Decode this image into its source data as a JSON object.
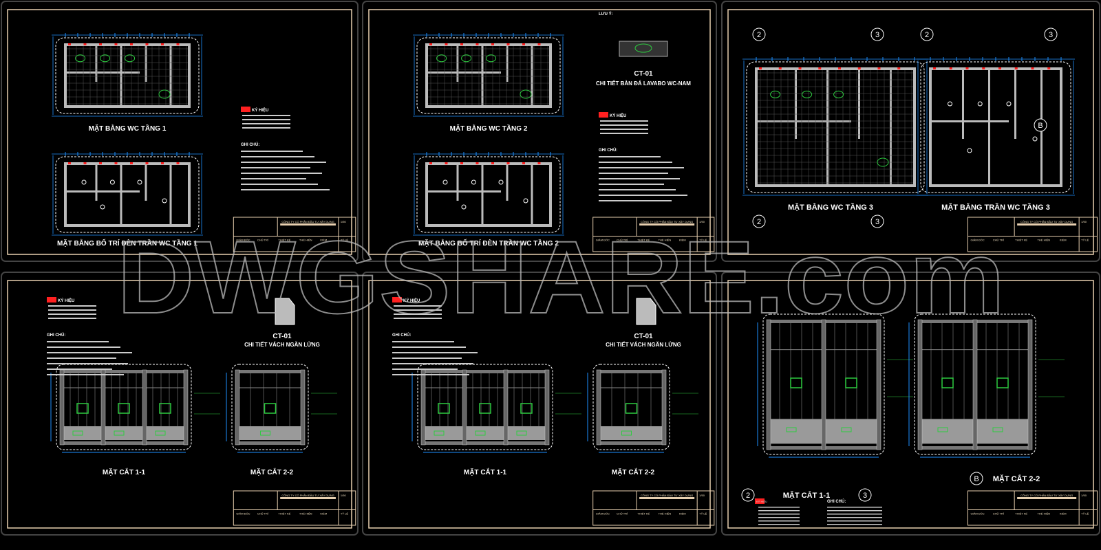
{
  "sheets": [
    {
      "id": "sheet-1",
      "titles": [
        "MẶT BẰNG WC TẦNG 1",
        "MẶT BẰNG BỐ TRÍ ĐÈN TRẦN WC TẦNG 1"
      ],
      "notes_header": "GHI CHÚ:",
      "legend_header": "KÝ HIỆU",
      "company": "CÔNG TY CỔ PHẦN ĐẦU TƯ XÂY DỰNG",
      "scale": "1/50"
    },
    {
      "id": "sheet-2",
      "titles": [
        "MẶT BẰNG WC TẦNG 2",
        "MẶT BẰNG BỐ TRÍ ĐÈN TRẦN WC TẦNG 2"
      ],
      "detail_code": "CT-01",
      "detail_title": "CHI TIẾT BÀN ĐÁ LAVABO WC-NAM",
      "caution": "LƯU Ý:",
      "notes_header": "GHI CHÚ:",
      "legend_header": "KÝ HIỆU",
      "company": "CÔNG TY CỔ PHẦN ĐẦU TƯ XÂY DỰNG",
      "scale": "1/50"
    },
    {
      "id": "sheet-3",
      "titles": [
        "MẶT BẰNG WC TẦNG 3",
        "MẶT BẰNG TRẦN WC TẦNG 3"
      ],
      "axes": [
        "2",
        "3",
        "B"
      ],
      "company": "CÔNG TY CỔ PHẦN ĐẦU TƯ XÂY DỰNG",
      "scale": "1/50"
    },
    {
      "id": "sheet-4",
      "titles": [
        "MẶT CẮT 1-1",
        "MẶT CẮT 2-2"
      ],
      "detail_code": "CT-01",
      "detail_title": "CHI TIẾT VÁCH NGĂN LỬNG",
      "notes_header": "GHI CHÚ:",
      "legend_header": "KÝ HIỆU",
      "company": "CÔNG TY CỔ PHẦN ĐẦU TƯ XÂY DỰNG",
      "scale": "1/50"
    },
    {
      "id": "sheet-5",
      "titles": [
        "MẶT CẮT 1-1",
        "MẶT CẮT 2-2"
      ],
      "detail_code": "CT-01",
      "detail_title": "CHI TIẾT VÁCH NGĂN LỬNG",
      "notes_header": "GHI CHÚ:",
      "legend_header": "KÝ HIỆU",
      "company": "CÔNG TY CỔ PHẦN ĐẦU TƯ XÂY DỰNG",
      "scale": "1/50"
    },
    {
      "id": "sheet-6",
      "titles": [
        "MẶT CẮT 1-1",
        "MẶT CẮT 2-2"
      ],
      "axes": [
        "2",
        "3",
        "B"
      ],
      "notes_header": "GHI CHÚ:",
      "legend_header": "KÝ HIỆU",
      "company": "CÔNG TY CỔ PHẦN ĐẦU TƯ XÂY DỰNG",
      "scale": "1/50"
    }
  ],
  "title_block_labels": [
    "GIÁM ĐỐC",
    "CHỦ TRÌ",
    "THIẾT KẾ",
    "THỂ HIỆN",
    "KIỂM",
    "TỶ LỆ"
  ],
  "watermark": "DWGSHARE.com",
  "colors": {
    "dim": "#1e90ff",
    "wall": "#bbbbbb",
    "fixture": "#2ecc40",
    "mark": "#ff2020",
    "frame": "#e8d0b0"
  }
}
